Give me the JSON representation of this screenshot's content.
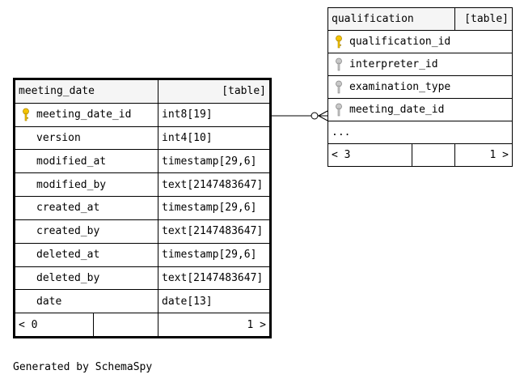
{
  "tables": {
    "meeting_date": {
      "name": "meeting_date",
      "type": "[table]",
      "columns": [
        {
          "name": "meeting_date_id",
          "type": "int8[19]",
          "key": "primary"
        },
        {
          "name": "version",
          "type": "int4[10]",
          "key": ""
        },
        {
          "name": "modified_at",
          "type": "timestamp[29,6]",
          "key": ""
        },
        {
          "name": "modified_by",
          "type": "text[2147483647]",
          "key": ""
        },
        {
          "name": "created_at",
          "type": "timestamp[29,6]",
          "key": ""
        },
        {
          "name": "created_by",
          "type": "text[2147483647]",
          "key": ""
        },
        {
          "name": "deleted_at",
          "type": "timestamp[29,6]",
          "key": ""
        },
        {
          "name": "deleted_by",
          "type": "text[2147483647]",
          "key": ""
        },
        {
          "name": "date",
          "type": "date[13]",
          "key": ""
        }
      ],
      "footer": {
        "parents": "< 0",
        "children": "1 >"
      }
    },
    "qualification": {
      "name": "qualification",
      "type": "[table]",
      "columns": [
        {
          "name": "qualification_id",
          "key": "primary"
        },
        {
          "name": "interpreter_id",
          "key": "foreign"
        },
        {
          "name": "examination_type",
          "key": "foreign"
        },
        {
          "name": "meeting_date_id",
          "key": "foreign"
        }
      ],
      "ellipsis": "...",
      "footer": {
        "parents": "< 3",
        "children": "1 >"
      }
    }
  },
  "colors": {
    "primary_key": "#f5c400",
    "foreign_key": "#aaaaaa",
    "header_bg": "#f5f5f5"
  },
  "generated_by": "Generated by SchemaSpy"
}
